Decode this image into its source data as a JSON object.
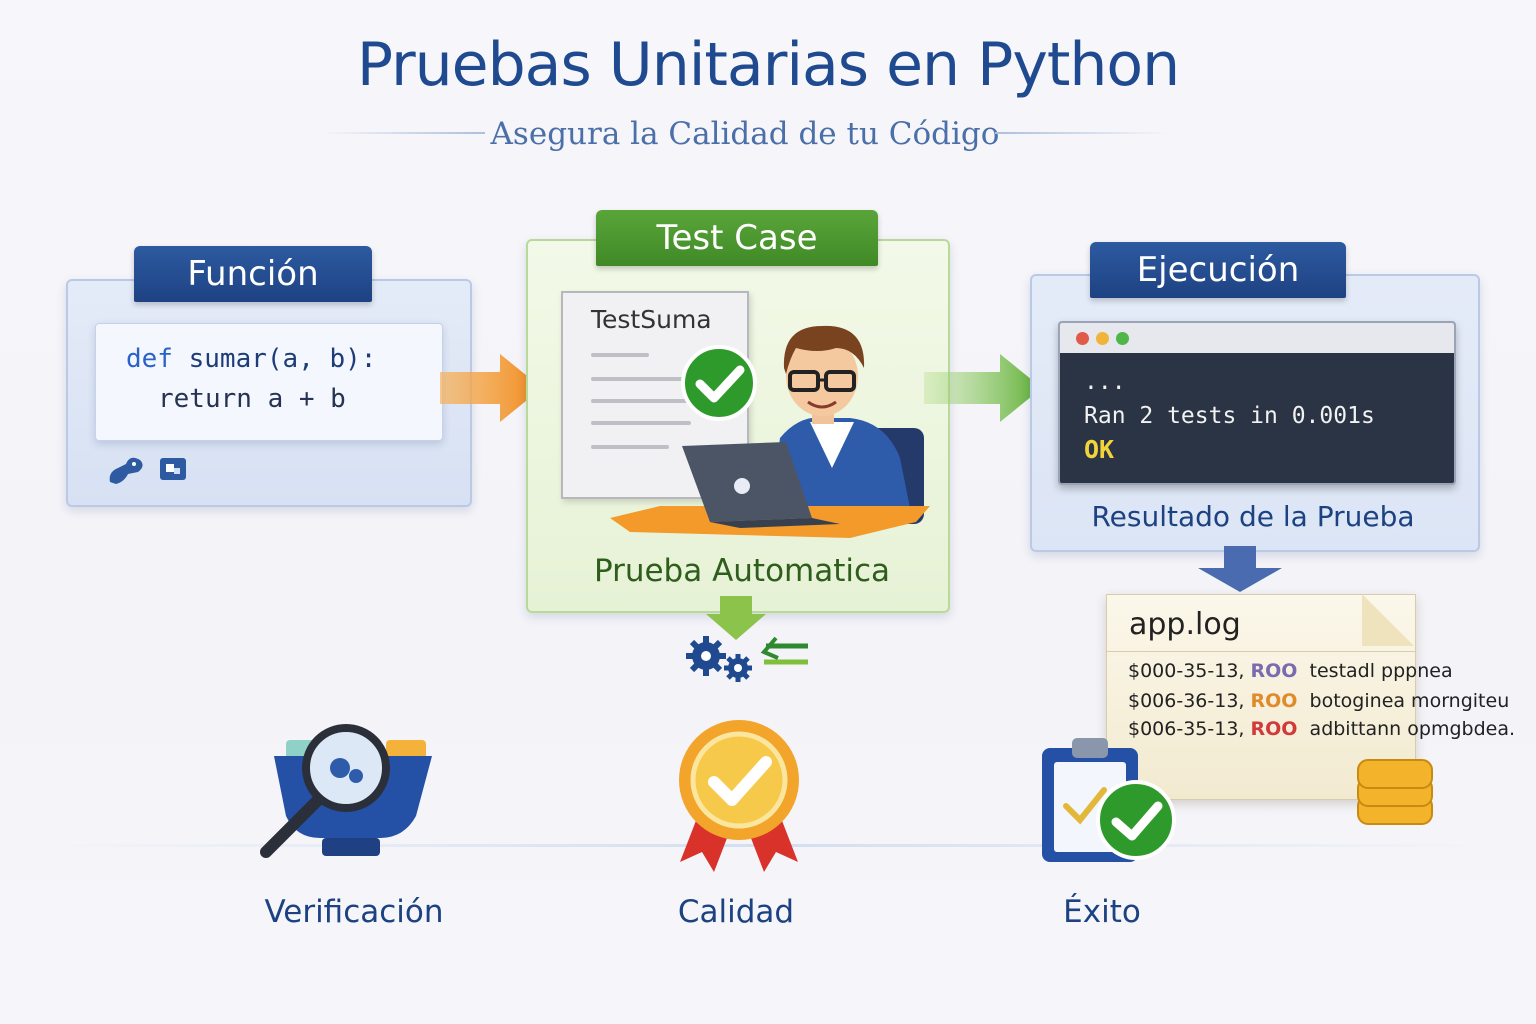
{
  "title": "Pruebas Unitarias en Python",
  "subtitle": "Asegura la Calidad de tu Código",
  "funcion": {
    "tab": "Función",
    "code_def": "def",
    "code_sig": " sumar(a, b):",
    "code_body": "return a + b"
  },
  "test_case": {
    "tab": "Test Case",
    "doc_title": "TestSuma",
    "caption": "Prueba Automatica"
  },
  "ejecucion": {
    "tab": "Ejecución",
    "term_line1": "...",
    "term_line2": "Ran 2 tests in 0.001s",
    "term_line3": "OK",
    "caption": "Resultado de la Prueba"
  },
  "log": {
    "title": "app.log",
    "lines": [
      {
        "date": "$000-35-13,",
        "level": "ROO",
        "level_color": "#7a6bb0",
        "msg": "testadl pppnea"
      },
      {
        "date": "$006-36-13,",
        "level": "ROO",
        "level_color": "#e08a2a",
        "msg": "botoginea morngiteu"
      },
      {
        "date": "$006-35-13,",
        "level": "ROO",
        "level_color": "#d03a3a",
        "msg": "adbittann opmgbdea."
      }
    ]
  },
  "bottom": {
    "verificacion": "Verificación",
    "calidad": "Calidad",
    "exito": "Éxito"
  },
  "colors": {
    "blue_dark": "#1f4a8f",
    "green": "#4a9a2e",
    "orange_arrow": "#f0922a"
  }
}
